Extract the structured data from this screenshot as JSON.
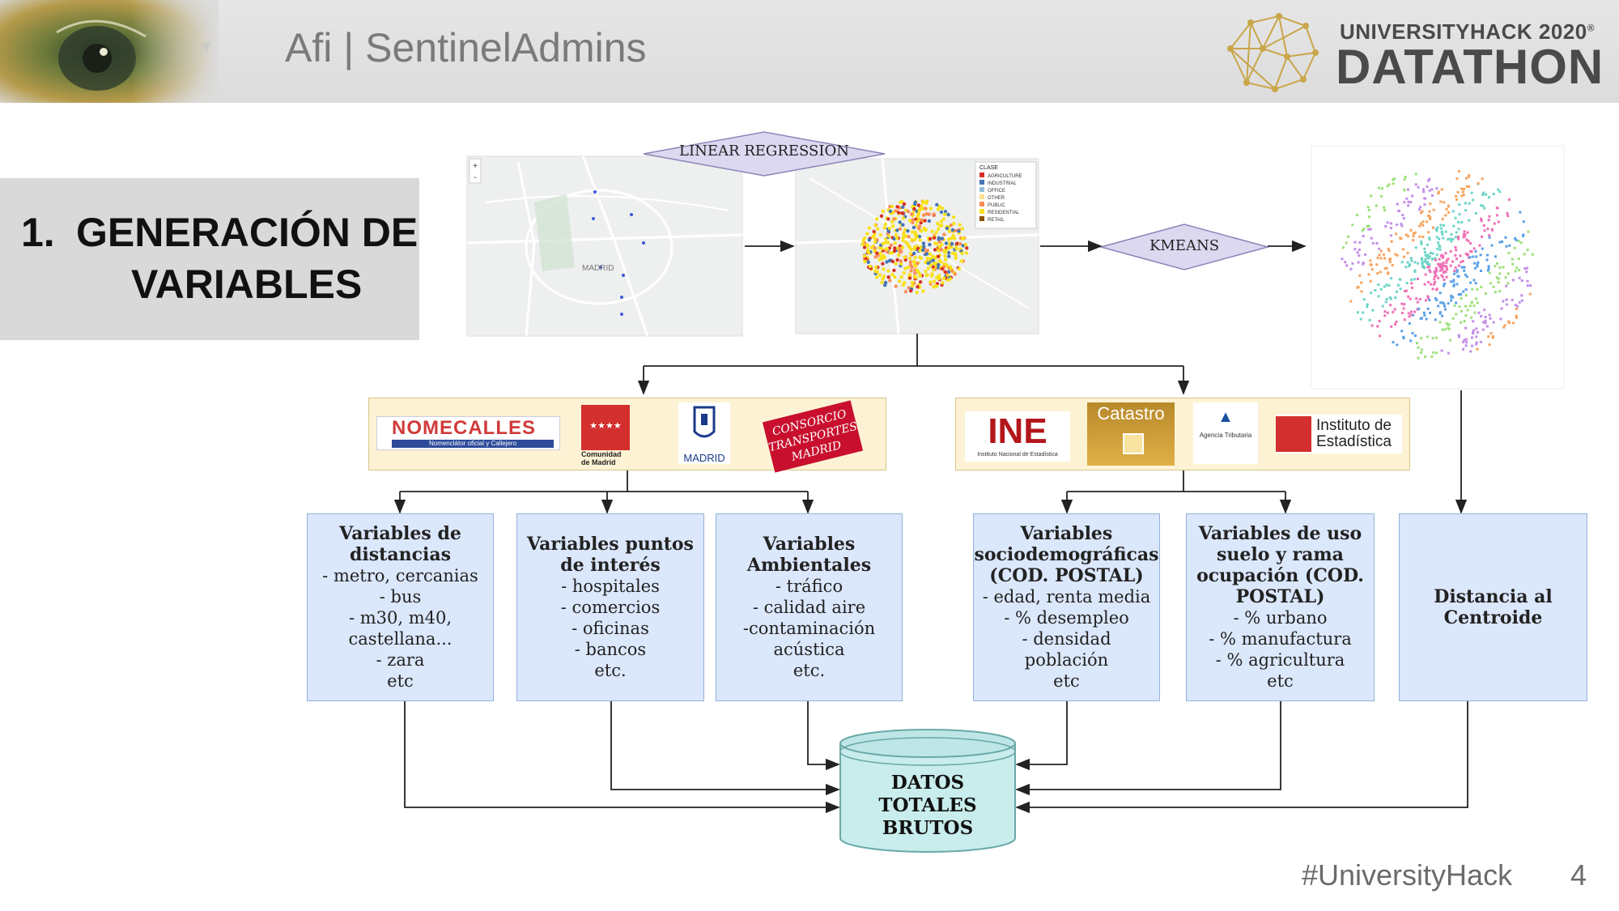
{
  "header": {
    "title": "Afi | SentinelAdmins",
    "event_top": "UNIVERSITYHACK 2020",
    "event_top_mark": "®",
    "event_main": "DATATHON"
  },
  "section": {
    "number": "1.",
    "title_line1": "GENERACIÓN DE",
    "title_line2": "VARIABLES"
  },
  "diagram": {
    "linear_regression": "LINEAR REGRESSION",
    "kmeans": "KMEANS",
    "map1_labels": [
      "MADRID"
    ],
    "map2_legend_title": "CLASE",
    "map2_legend": [
      "AGRICULTURE",
      "INDUSTRIAL",
      "OFFICE",
      "OTHER",
      "PUBLIC",
      "RESIDENTIAL",
      "RETAIL"
    ],
    "map2_legend_colors": [
      "#d73027",
      "#4575b4",
      "#91bfdb",
      "#fee090",
      "#fc8d59",
      "#f9e11a",
      "#8c510a"
    ],
    "logos_left": {
      "nomecalles": "NOMECALLES",
      "nomecalles_sub": "Nomenclátor oficial y Callejero",
      "comunidad": "Comunidad de Madrid",
      "madrid": "MADRID",
      "consorcio": "CONSORCIO TRANSPORTES MADRID"
    },
    "logos_right": {
      "ine": "INE",
      "ine_sub": "Instituto Nacional de Estadística",
      "catastro": "Catastro",
      "agencia": "Agencia Tributaria",
      "ie_line1": "Instituto de",
      "ie_line2": "Estadística"
    },
    "boxes": [
      {
        "title": [
          "Variables de",
          "distancias"
        ],
        "lines": [
          "- metro, cercanias",
          "- bus",
          "- m30, m40,",
          "castellana...",
          "- zara",
          "etc"
        ]
      },
      {
        "title": [
          "Variables puntos",
          "de interés"
        ],
        "lines": [
          "- hospitales",
          "- comercios",
          "- oficinas",
          "- bancos",
          "etc."
        ]
      },
      {
        "title": [
          "Variables",
          "Ambientales"
        ],
        "lines": [
          "- tráfico",
          "- calidad aire",
          "-contaminación",
          "acústica",
          "etc."
        ]
      },
      {
        "title": [
          "Variables",
          "sociodemográficas",
          "(COD. POSTAL)"
        ],
        "lines": [
          "- edad, renta media",
          "- % desempleo",
          "- densidad",
          "población",
          "etc"
        ]
      },
      {
        "title": [
          "Variables de uso",
          "suelo y rama",
          "ocupación (COD.",
          "POSTAL)"
        ],
        "lines": [
          "- % urbano",
          "- % manufactura",
          "- % agricultura",
          "etc"
        ]
      },
      {
        "title": [
          "Distancia al",
          "Centroide"
        ],
        "lines": []
      }
    ],
    "database": [
      "DATOS",
      "TOTALES",
      "BRUTOS"
    ]
  },
  "footer": {
    "hashtag": "#UniversityHack",
    "page": "4"
  }
}
